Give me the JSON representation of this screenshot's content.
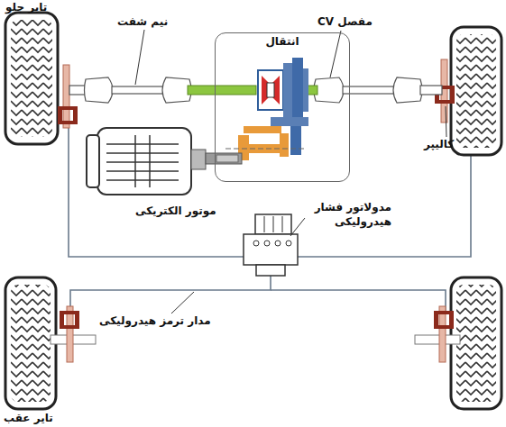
{
  "diagram": {
    "nodes": [
      {
        "text": [
          "انتقال"
        ]
      }
    ],
    "labels": [
      "تایر جلو",
      "نیم شفت",
      "مفصل CV",
      "کالیپر",
      "موتور الکتریکی",
      "مدولاتور فشار هیدرولیکی",
      "مدار ترمز هیدرولیکی",
      "تایر عقب"
    ]
  }
}
